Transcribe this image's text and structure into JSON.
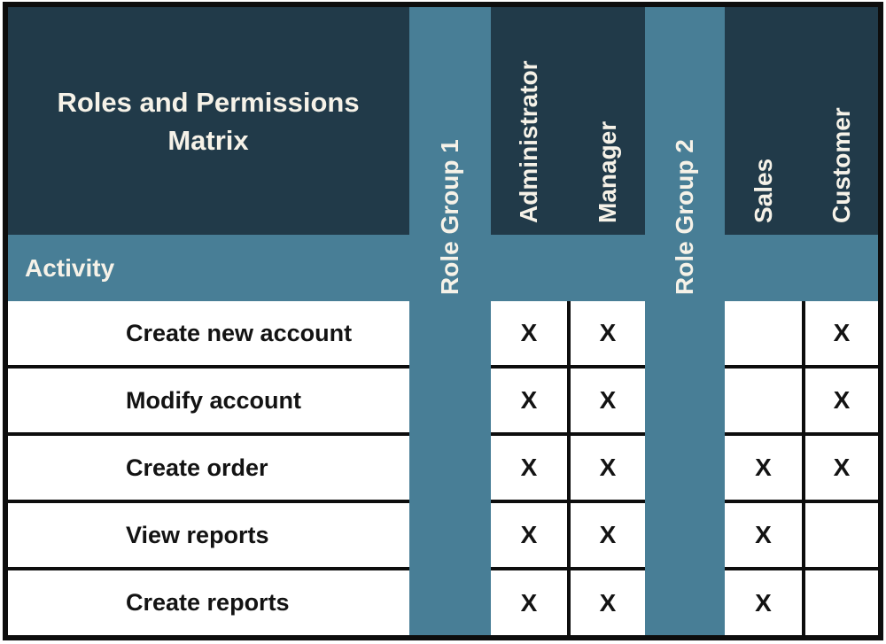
{
  "title": "Roles and Permissions Matrix",
  "activity_header": "Activity",
  "groups": {
    "group1": {
      "label": "Role Group 1",
      "roles": {
        "r1": "Administrator",
        "r2": "Manager"
      }
    },
    "group2": {
      "label": "Role Group 2",
      "roles": {
        "r1": "Sales",
        "r2": "Customer"
      }
    }
  },
  "mark_symbol": "X",
  "rows": [
    {
      "activity": "Create new account",
      "marks": [
        "X",
        "X",
        "",
        "X"
      ]
    },
    {
      "activity": "Modify account",
      "marks": [
        "X",
        "X",
        "",
        "X"
      ]
    },
    {
      "activity": "Create order",
      "marks": [
        "X",
        "X",
        "X",
        "X"
      ]
    },
    {
      "activity": "View reports",
      "marks": [
        "X",
        "X",
        "X",
        ""
      ]
    },
    {
      "activity": "Create reports",
      "marks": [
        "X",
        "X",
        "X",
        ""
      ]
    }
  ],
  "colors": {
    "header_dark": "#213a49",
    "band_blue": "#487e96",
    "cell_white": "#ffffff",
    "line_black": "#0d0d0d",
    "text_light": "#f6f2e8",
    "text_dark": "#131313"
  }
}
